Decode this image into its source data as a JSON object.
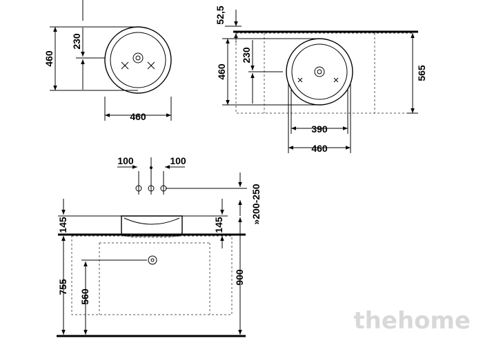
{
  "top_view": {
    "height_total": "460",
    "height_center": "230",
    "width": "460"
  },
  "side_view": {
    "offset_top": "52,5",
    "height_total": "460",
    "height_center": "230",
    "depth": "565",
    "inner_width": "390",
    "outer_width": "460"
  },
  "front_view": {
    "tap_left": "100",
    "tap_right": "100",
    "tap_height": "»200-250",
    "basin_height_left": "145",
    "basin_height_right": "145",
    "cabinet_height": "755",
    "drain_height": "560",
    "total_height": "900"
  },
  "watermark": "thehome"
}
